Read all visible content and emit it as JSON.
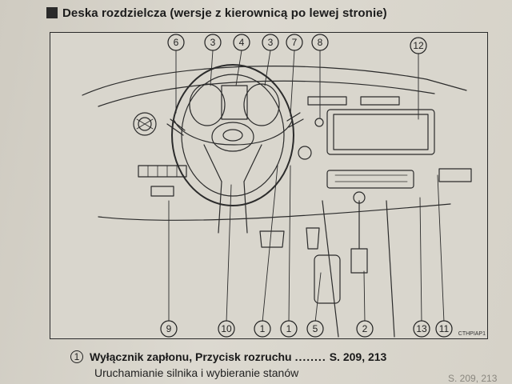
{
  "header": {
    "title": "Deska rozdzielcza (wersje z kierownicą po lewej stronie)"
  },
  "figure": {
    "code": "CTHPIAP1",
    "top_callouts": [
      "6",
      "3",
      "4",
      "3",
      "7",
      "8",
      "12"
    ],
    "bottom_callouts": [
      "9",
      "10",
      "1",
      "1",
      "5",
      "2",
      "13",
      "11"
    ]
  },
  "entry": {
    "number": "1",
    "title": "Wyłącznik zapłonu, Przycisk rozruchu",
    "dots": "........",
    "pages": "S. 209, 213",
    "description": "Uruchamianie silnika i wybieranie stanów"
  },
  "faint": {
    "next_page": "S. 209, 213"
  }
}
